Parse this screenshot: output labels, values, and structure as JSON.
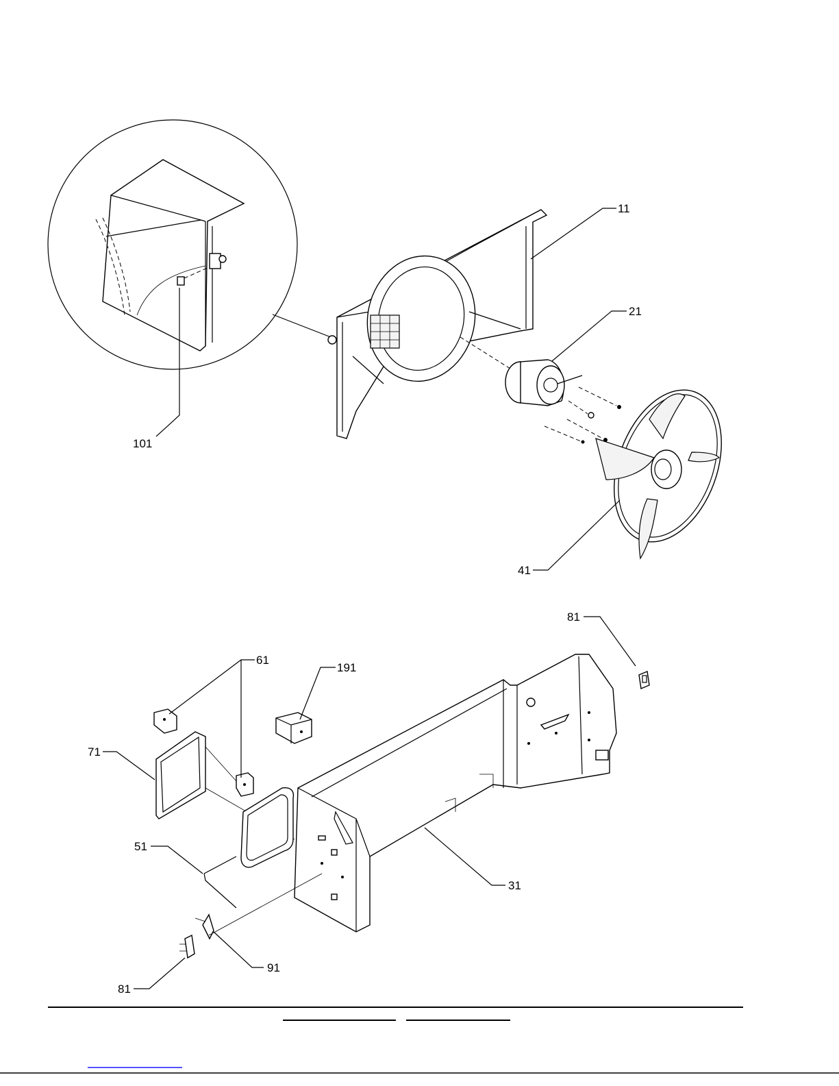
{
  "diagram": {
    "callouts": [
      {
        "id": "c11",
        "label": "11"
      },
      {
        "id": "c21",
        "label": "21"
      },
      {
        "id": "c41",
        "label": "41"
      },
      {
        "id": "c101",
        "label": "101"
      },
      {
        "id": "c81a",
        "label": "81"
      },
      {
        "id": "c61",
        "label": "61"
      },
      {
        "id": "c191",
        "label": "191"
      },
      {
        "id": "c71",
        "label": "71"
      },
      {
        "id": "c51",
        "label": "51"
      },
      {
        "id": "c31",
        "label": "31"
      },
      {
        "id": "c91",
        "label": "91"
      },
      {
        "id": "c81b",
        "label": "81"
      }
    ]
  }
}
